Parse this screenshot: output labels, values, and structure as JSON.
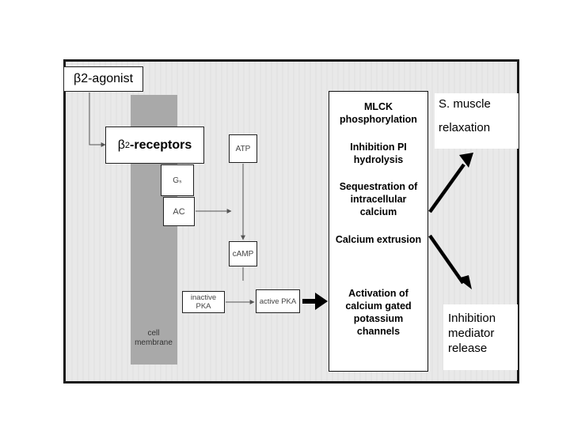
{
  "agonist": {
    "label": "β2-agonist"
  },
  "receptors": {
    "prefix": "β",
    "sub": "2",
    "suffix": "-receptors"
  },
  "membrane": {
    "label": "cell membrane"
  },
  "gs": {
    "label": "Gₛ"
  },
  "ac": {
    "label": "AC"
  },
  "atp": {
    "label": "ATP"
  },
  "camp": {
    "label": "cAMP"
  },
  "inactive_pka": {
    "label": "inactive PKA"
  },
  "active_pka": {
    "label": "active PKA"
  },
  "effects": [
    {
      "label": "MLCK phosphorylation"
    },
    {
      "label": "Inhibition PI hydrolysis"
    },
    {
      "label": "Sequestration of intracellular calcium"
    },
    {
      "label": "Calcium extrusion"
    },
    {
      "label": "Activation of calcium gated potassium channels"
    }
  ],
  "outcomes": {
    "relaxation_line1": "S. muscle",
    "relaxation_line2": "relaxation",
    "inhibition": "Inhibition mediator release"
  }
}
